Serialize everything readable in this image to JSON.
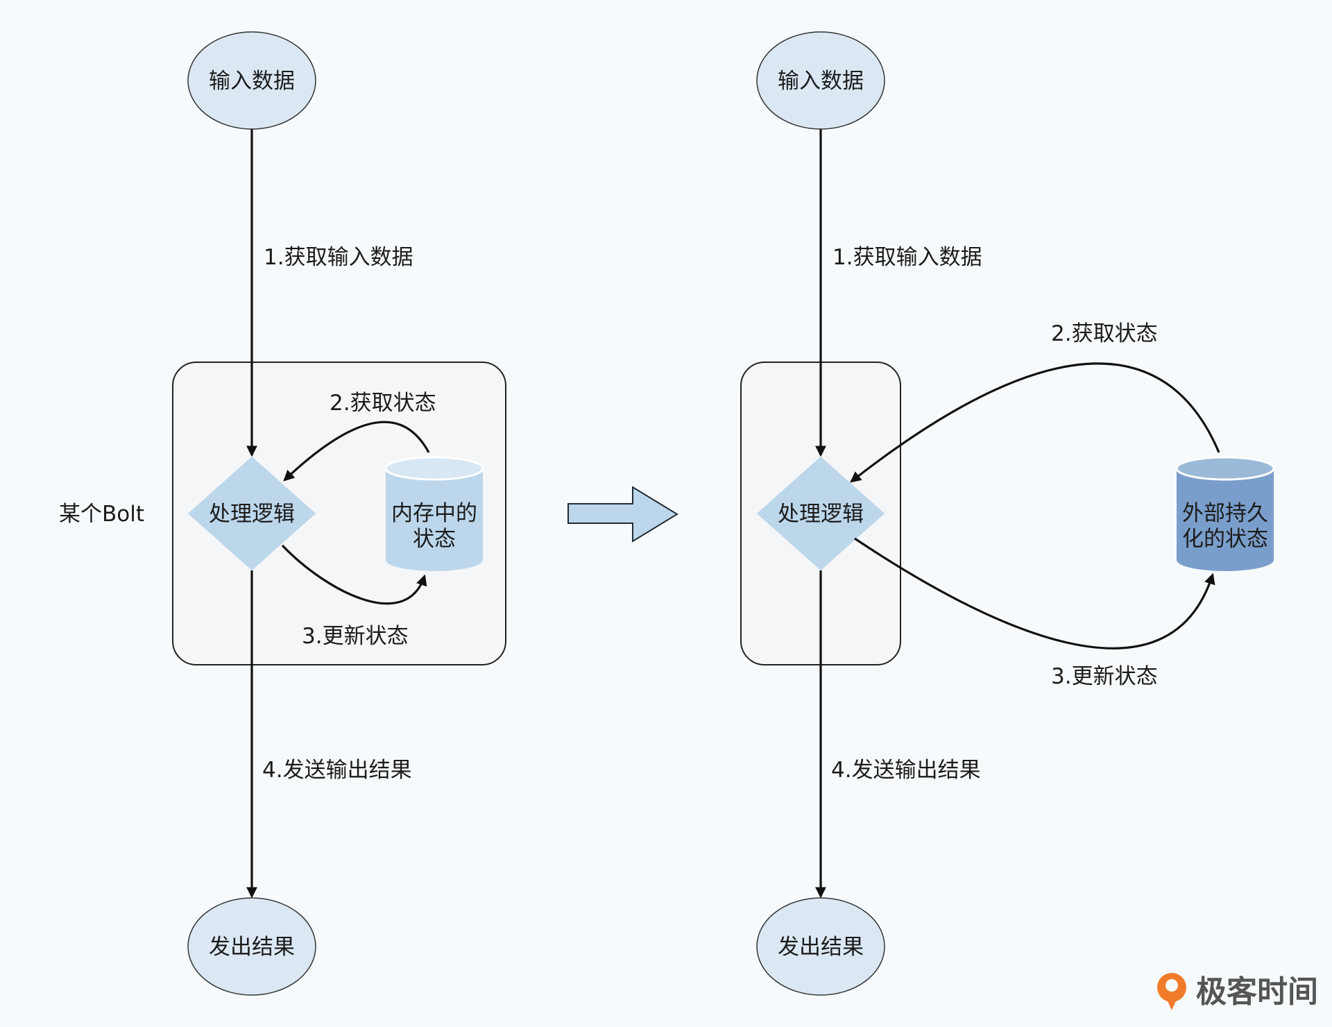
{
  "left": {
    "input": "输入数据",
    "step1": "1.获取输入数据",
    "bolt_label": "某个Bolt",
    "process": "处理逻辑",
    "store_line1": "内存中的",
    "store_line2": "状态",
    "step2": "2.获取状态",
    "step3": "3.更新状态",
    "step4": "4.发送输出结果",
    "output": "发出结果"
  },
  "right": {
    "input": "输入数据",
    "step1": "1.获取输入数据",
    "process": "处理逻辑",
    "store_line1": "外部持久",
    "store_line2": "化的状态",
    "step2": "2.获取状态",
    "step3": "3.更新状态",
    "step4": "4.发送输出结果",
    "output": "发出结果"
  },
  "brand": {
    "name": "极客时间"
  },
  "colors": {
    "node_fill": "#dbe8f4",
    "diamond_fill": "#bcd6ea",
    "memory_store": "#bcd7ec",
    "external_store": "#7a9ecb",
    "bolt_box": "#f5f6f8",
    "brand_orange": "#f07b2a"
  }
}
